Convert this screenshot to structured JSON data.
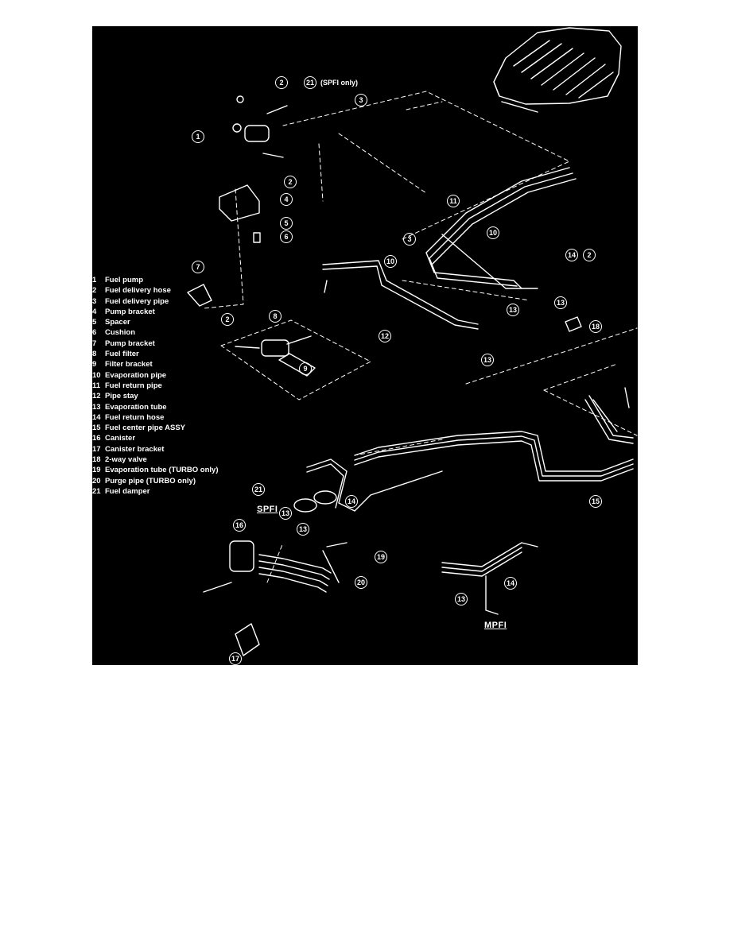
{
  "diagram": {
    "legend": [
      {
        "num": "1",
        "label": "Fuel pump"
      },
      {
        "num": "2",
        "label": "Fuel delivery hose"
      },
      {
        "num": "3",
        "label": "Fuel delivery pipe"
      },
      {
        "num": "4",
        "label": "Pump bracket"
      },
      {
        "num": "5",
        "label": "Spacer"
      },
      {
        "num": "6",
        "label": "Cushion"
      },
      {
        "num": "7",
        "label": "Pump bracket"
      },
      {
        "num": "8",
        "label": "Fuel filter"
      },
      {
        "num": "9",
        "label": "Filter bracket"
      },
      {
        "num": "10",
        "label": "Evaporation pipe"
      },
      {
        "num": "11",
        "label": "Fuel return pipe"
      },
      {
        "num": "12",
        "label": "Pipe stay"
      },
      {
        "num": "13",
        "label": "Evaporation tube"
      },
      {
        "num": "14",
        "label": "Fuel return hose"
      },
      {
        "num": "15",
        "label": "Fuel center pipe ASSY"
      },
      {
        "num": "16",
        "label": "Canister"
      },
      {
        "num": "17",
        "label": "Canister bracket"
      },
      {
        "num": "18",
        "label": "2-way valve"
      },
      {
        "num": "19",
        "label": "Evaporation tube (TURBO only)"
      },
      {
        "num": "20",
        "label": "Purge pipe (TURBO only)"
      },
      {
        "num": "21",
        "label": "Fuel damper"
      }
    ],
    "callouts": [
      "1",
      "2",
      "21",
      "3",
      "2",
      "4",
      "5",
      "6",
      "11",
      "3",
      "10",
      "7",
      "14",
      "2",
      "10",
      "2",
      "8",
      "13",
      "13",
      "12",
      "18",
      "9",
      "13",
      "14",
      "21",
      "13",
      "15",
      "16",
      "13",
      "19",
      "20",
      "14",
      "13",
      "17"
    ],
    "notes": {
      "spfi_only": "(SPFI only)"
    },
    "variants": {
      "spfi": "SPFI",
      "mpfi": "MPFI"
    },
    "colors": {
      "background": "#000000",
      "ink": "#ffffff",
      "page": "#ffffff"
    }
  }
}
